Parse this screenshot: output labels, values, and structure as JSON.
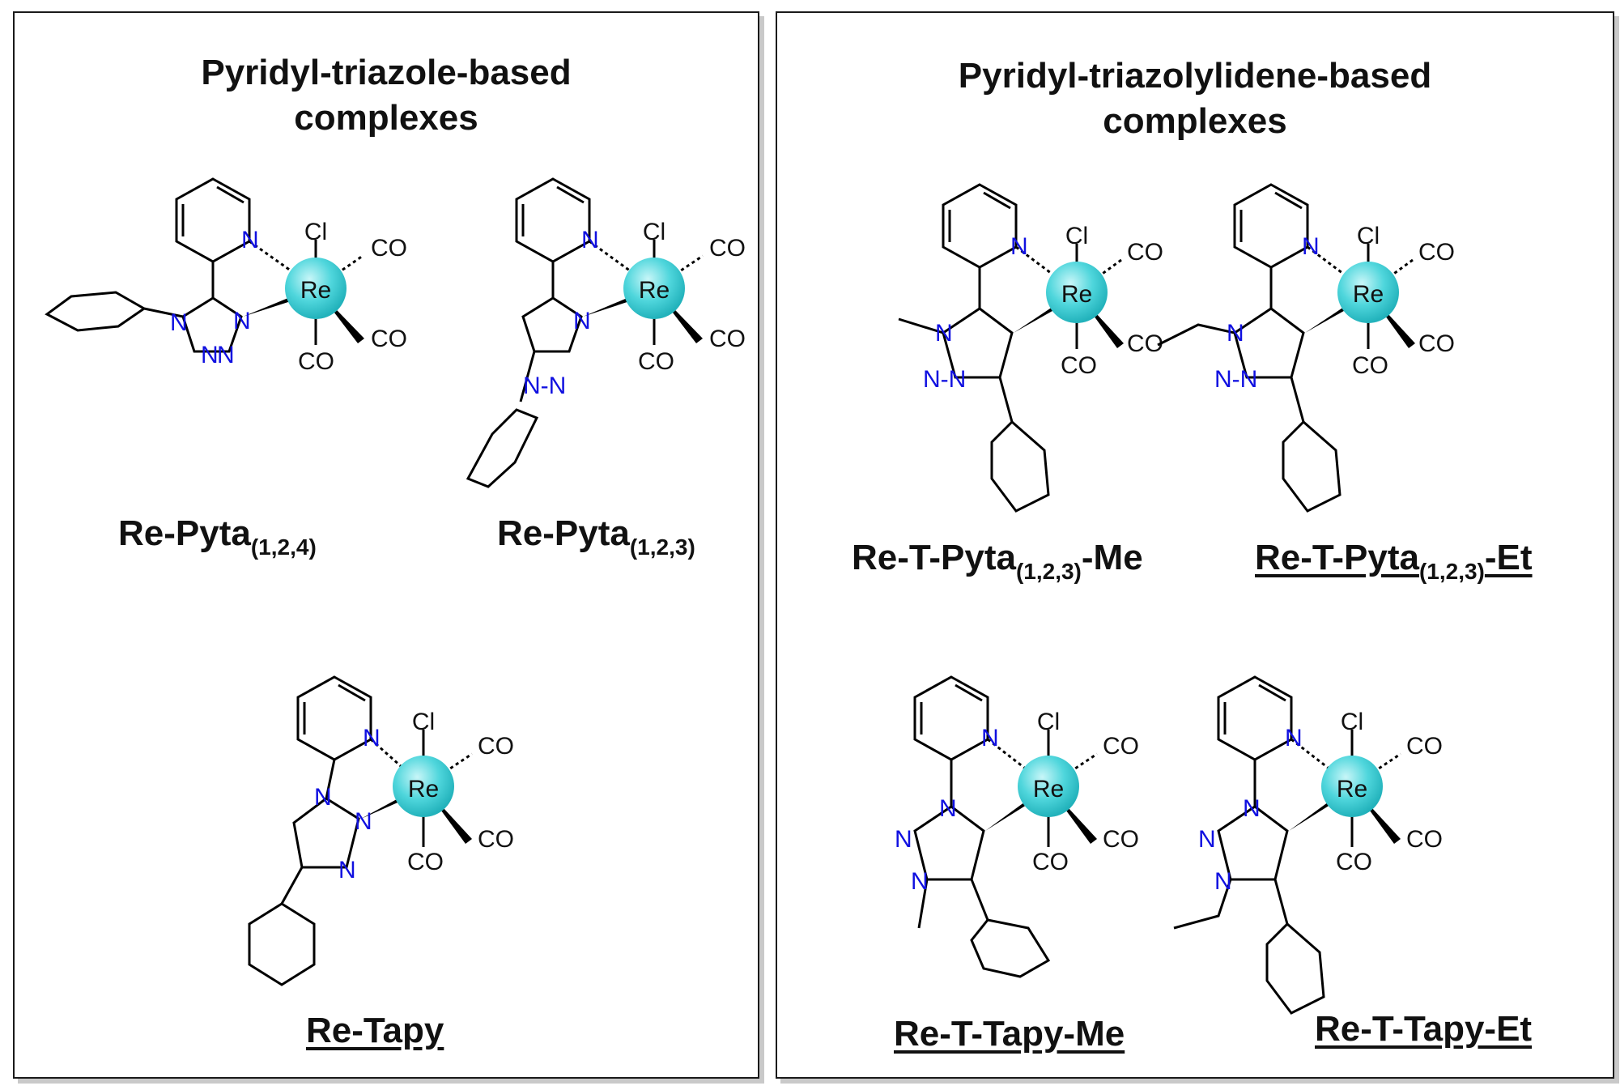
{
  "panels": {
    "left": {
      "title_line1": "Pyridyl-triazole-based",
      "title_line2": "complexes"
    },
    "right": {
      "title_line1": "Pyridyl-triazolylidene-based",
      "title_line2": "complexes"
    }
  },
  "atoms": {
    "metal": "Re",
    "chloride": "Cl",
    "carbonyl": "CO",
    "nitrogen": "N"
  },
  "colors": {
    "nitrogen": "#1010e0",
    "metal_sphere": "#4fd6dc",
    "bond": "#000000"
  },
  "compounds": [
    {
      "id": "re-pyta-124",
      "name_main": "Re-Pyta",
      "name_sub": "(1,2,4)",
      "name_suffix": ""
    },
    {
      "id": "re-pyta-123",
      "name_main": "Re-Pyta",
      "name_sub": "(1,2,3)",
      "name_suffix": ""
    },
    {
      "id": "re-tapy",
      "name_main": "Re-Tapy",
      "name_sub": "",
      "name_suffix": ""
    },
    {
      "id": "re-t-pyta-me",
      "name_main": "Re-T-Pyta",
      "name_sub": "(1,2,3)",
      "name_suffix": "-Me"
    },
    {
      "id": "re-t-pyta-et",
      "name_main": "Re-T-Pyta",
      "name_sub": "(1,2,3)",
      "name_suffix": "-Et"
    },
    {
      "id": "re-t-tapy-me",
      "name_main": "Re-T-Tapy-Me",
      "name_sub": "",
      "name_suffix": ""
    },
    {
      "id": "re-t-tapy-et",
      "name_main": "Re-T-Tapy-Et",
      "name_sub": "",
      "name_suffix": ""
    }
  ]
}
